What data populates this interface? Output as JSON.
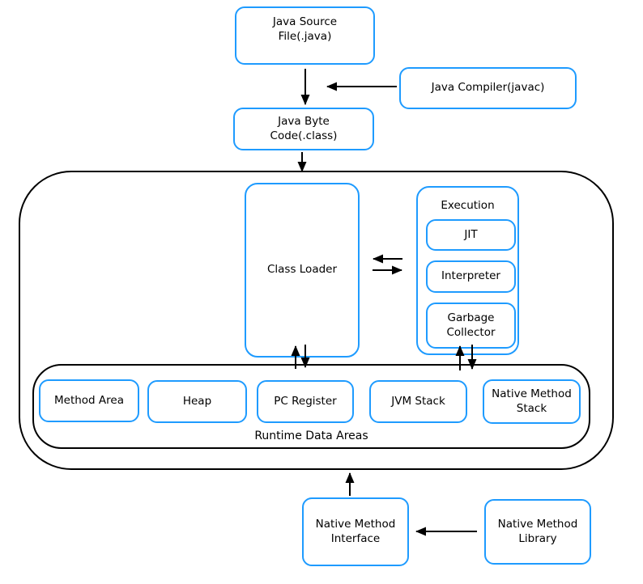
{
  "colors": {
    "accent_blue": "#1E9BFF",
    "line_black": "#000000",
    "background": "#FFFFFF"
  },
  "nodes": {
    "java_source": {
      "label": "Java Source\nFile(.java)"
    },
    "java_compiler": {
      "label": "Java Compiler(javac)"
    },
    "java_bytecode": {
      "label": "Java Byte\nCode(.class)"
    },
    "jvm": {
      "class_loader": {
        "label": "Class Loader"
      },
      "execution": {
        "label": "Execution",
        "jit": {
          "label": "JIT"
        },
        "interpreter": {
          "label": "Interpreter"
        },
        "garbage_collector": {
          "label": "Garbage\nCollector"
        }
      },
      "runtime": {
        "label": "Runtime Data Areas",
        "method_area": {
          "label": "Method Area"
        },
        "heap": {
          "label": "Heap"
        },
        "pc_register": {
          "label": "PC Register"
        },
        "jvm_stack": {
          "label": "JVM Stack"
        },
        "native_method_stack": {
          "label": "Native Method\nStack"
        }
      }
    },
    "native_method_interface": {
      "label": "Native Method\nInterface"
    },
    "native_method_library": {
      "label": "Native Method\nLibrary"
    }
  }
}
